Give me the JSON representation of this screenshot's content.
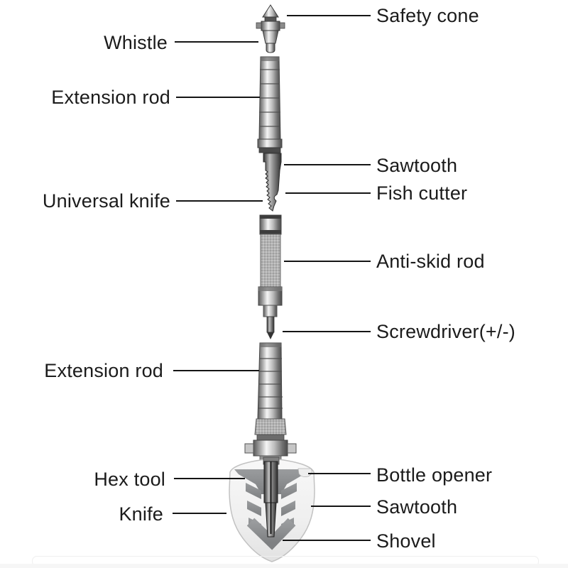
{
  "page": {
    "background": "#ffffff",
    "text_color": "#1b1b1b",
    "leader_line_color": "#151515"
  },
  "diagram": {
    "type": "exploded-parts-diagram",
    "subject": "multi-function tactical shovel tool",
    "labels_left": [
      {
        "id": "whistle",
        "text": "Whistle"
      },
      {
        "id": "extension-rod-upper",
        "text": "Extension rod"
      },
      {
        "id": "universal-knife",
        "text": "Universal knife"
      },
      {
        "id": "extension-rod-lower",
        "text": "Extension rod"
      },
      {
        "id": "hex-tool",
        "text": "Hex tool"
      },
      {
        "id": "knife",
        "text": "Knife"
      }
    ],
    "labels_right": [
      {
        "id": "safety-cone",
        "text": "Safety cone"
      },
      {
        "id": "sawtooth-blade",
        "text": "Sawtooth"
      },
      {
        "id": "fish-cutter",
        "text": "Fish cutter"
      },
      {
        "id": "anti-skid-rod",
        "text": "Anti-skid rod"
      },
      {
        "id": "screwdriver",
        "text": "Screwdriver(+/-)"
      },
      {
        "id": "bottle-opener",
        "text": "Bottle opener"
      },
      {
        "id": "sawtooth-shovel",
        "text": "Sawtooth"
      },
      {
        "id": "shovel",
        "text": "Shovel"
      }
    ],
    "colors": {
      "metal_light": "#f5f5f5",
      "metal_mid": "#9e9e9e",
      "metal_dark": "#4c4c4c",
      "blade_fill": "#f0f0f0",
      "blade_stroke": "#c2c2c2",
      "emblem": "#8b8d8f"
    }
  }
}
